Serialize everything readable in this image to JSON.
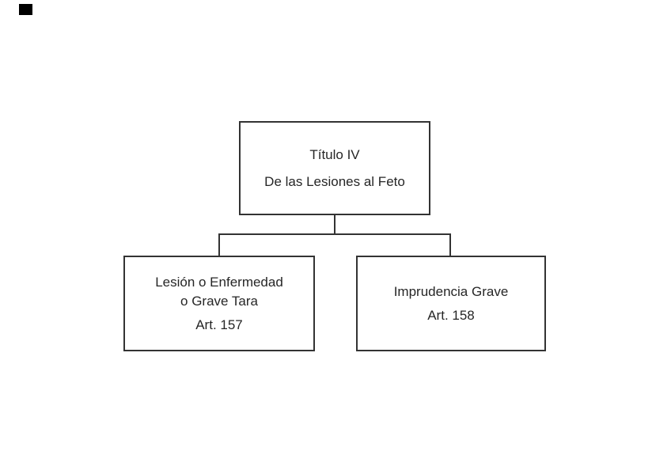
{
  "diagram": {
    "root": {
      "title": "Título IV",
      "subtitle": "De las Lesiones al Feto"
    },
    "children": {
      "left": {
        "line1": "Lesión o Enfermedad",
        "line2": "o Grave Tara",
        "article": "Art. 157"
      },
      "right": {
        "line1": "Imprudencia Grave",
        "article": "Art. 158"
      }
    }
  },
  "colors": {
    "background": "#ffffff",
    "border": "#333333",
    "text": "#262626",
    "connector": "#333333",
    "corner_marker": "#000000"
  }
}
